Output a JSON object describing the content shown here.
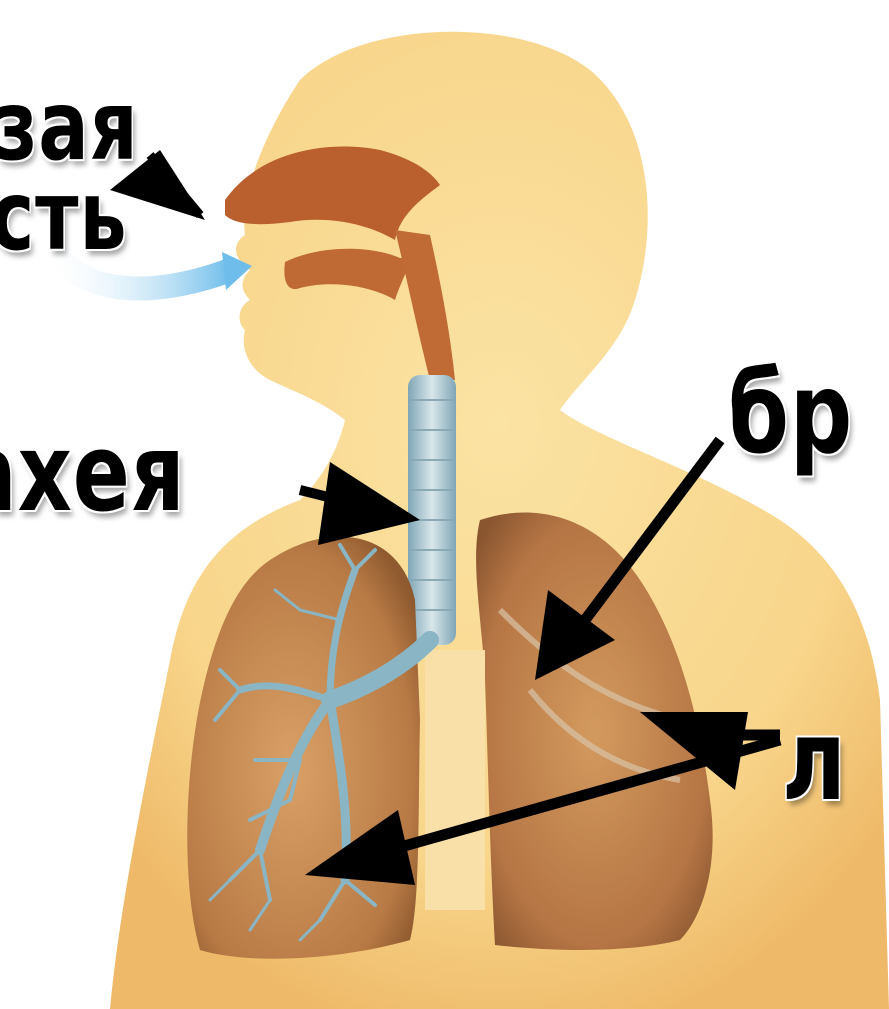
{
  "labels": {
    "nasal_cavity_line1": "зая",
    "nasal_cavity_line2": "сть",
    "trachea": "ахея",
    "bronchi": "бр",
    "lungs": "л"
  },
  "colors": {
    "skin": "#f8d58a",
    "skin_shadow": "#e9b563",
    "nasal_tissue": "#b9602e",
    "lung": "#c98c52",
    "lung_dark": "#a8683a",
    "bronchial_tree": "#8ab5c4",
    "airflow": "#7fc4ec",
    "text": "#000000",
    "arrow": "#000000"
  },
  "icons": [
    "airflow-arrow",
    "pointer-arrow"
  ]
}
